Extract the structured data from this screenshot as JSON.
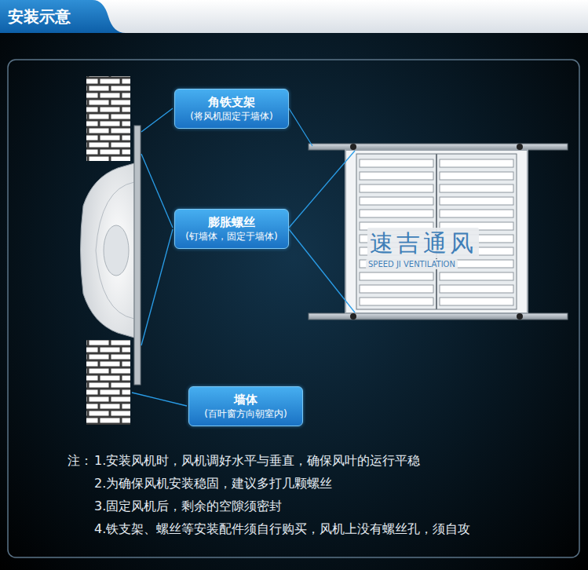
{
  "diagram": {
    "title": "安装示意",
    "nodes": [
      {
        "text": [
          "角铁支架",
          "(将风机固定于墙体)"
        ]
      },
      {
        "text": [
          "膨胀螺丝",
          "(钉墙体，固定于墙体)"
        ]
      },
      {
        "text": [
          "墙体",
          "(百叶窗方向朝室内)"
        ]
      }
    ],
    "labels": [
      "速吉通风",
      "SPEED JI VENTILATION",
      "注：",
      "1.安装风机时，风机调好水平与垂直，确保风叶的运行平稳",
      "2.为确保风机安装稳固，建议多打几颗螺丝",
      "3.固定风机后，剩余的空隙须密封",
      "4.铁支架、螺丝等安装配件须自行购买，风机上没有螺丝孔，须自攻"
    ]
  }
}
